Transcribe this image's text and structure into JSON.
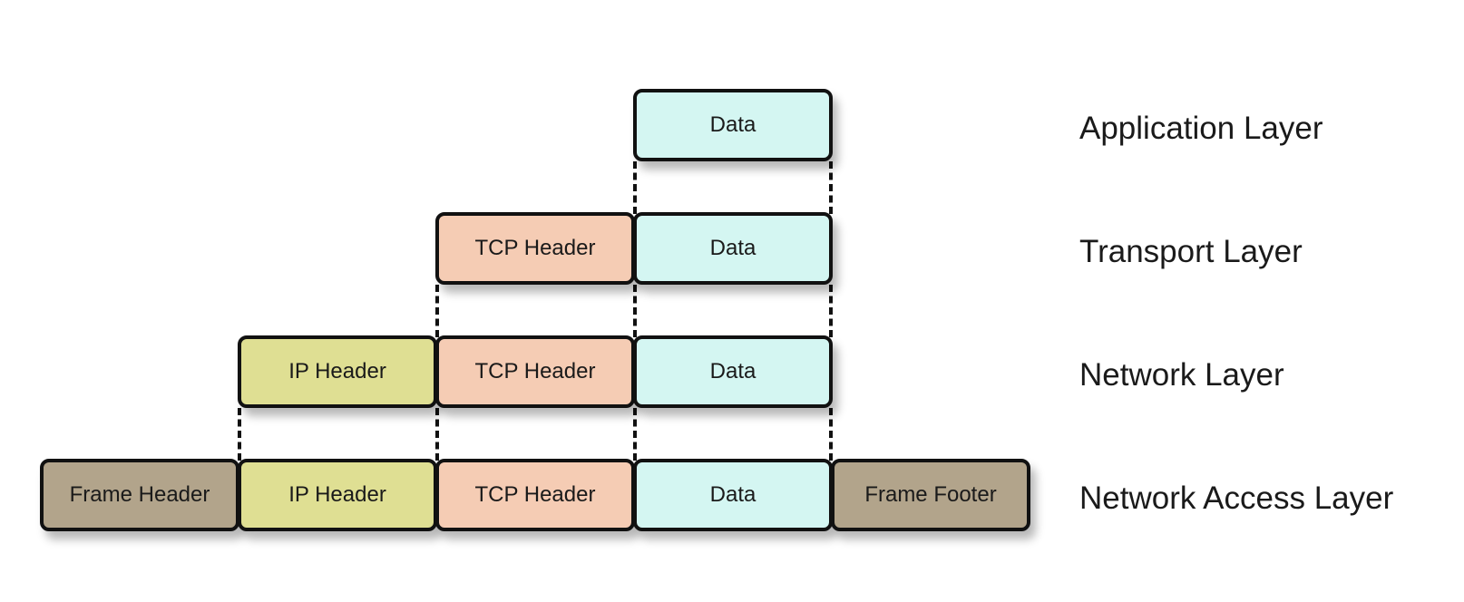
{
  "colors": {
    "data": "#d4f6f2",
    "tcp_header": "#f5ccb4",
    "ip_header": "#dfdf93",
    "frame": "#b2a48b",
    "border": "#111111"
  },
  "layers": [
    {
      "label": "Application Layer",
      "segments": [
        "Data"
      ]
    },
    {
      "label": "Transport Layer",
      "segments": [
        "TCP Header",
        "Data"
      ]
    },
    {
      "label": "Network Layer",
      "segments": [
        "IP Header",
        "TCP Header",
        "Data"
      ]
    },
    {
      "label": "Network Access Layer",
      "segments": [
        "Frame Header",
        "IP Header",
        "TCP Header",
        "Data",
        "Frame Footer"
      ]
    }
  ]
}
